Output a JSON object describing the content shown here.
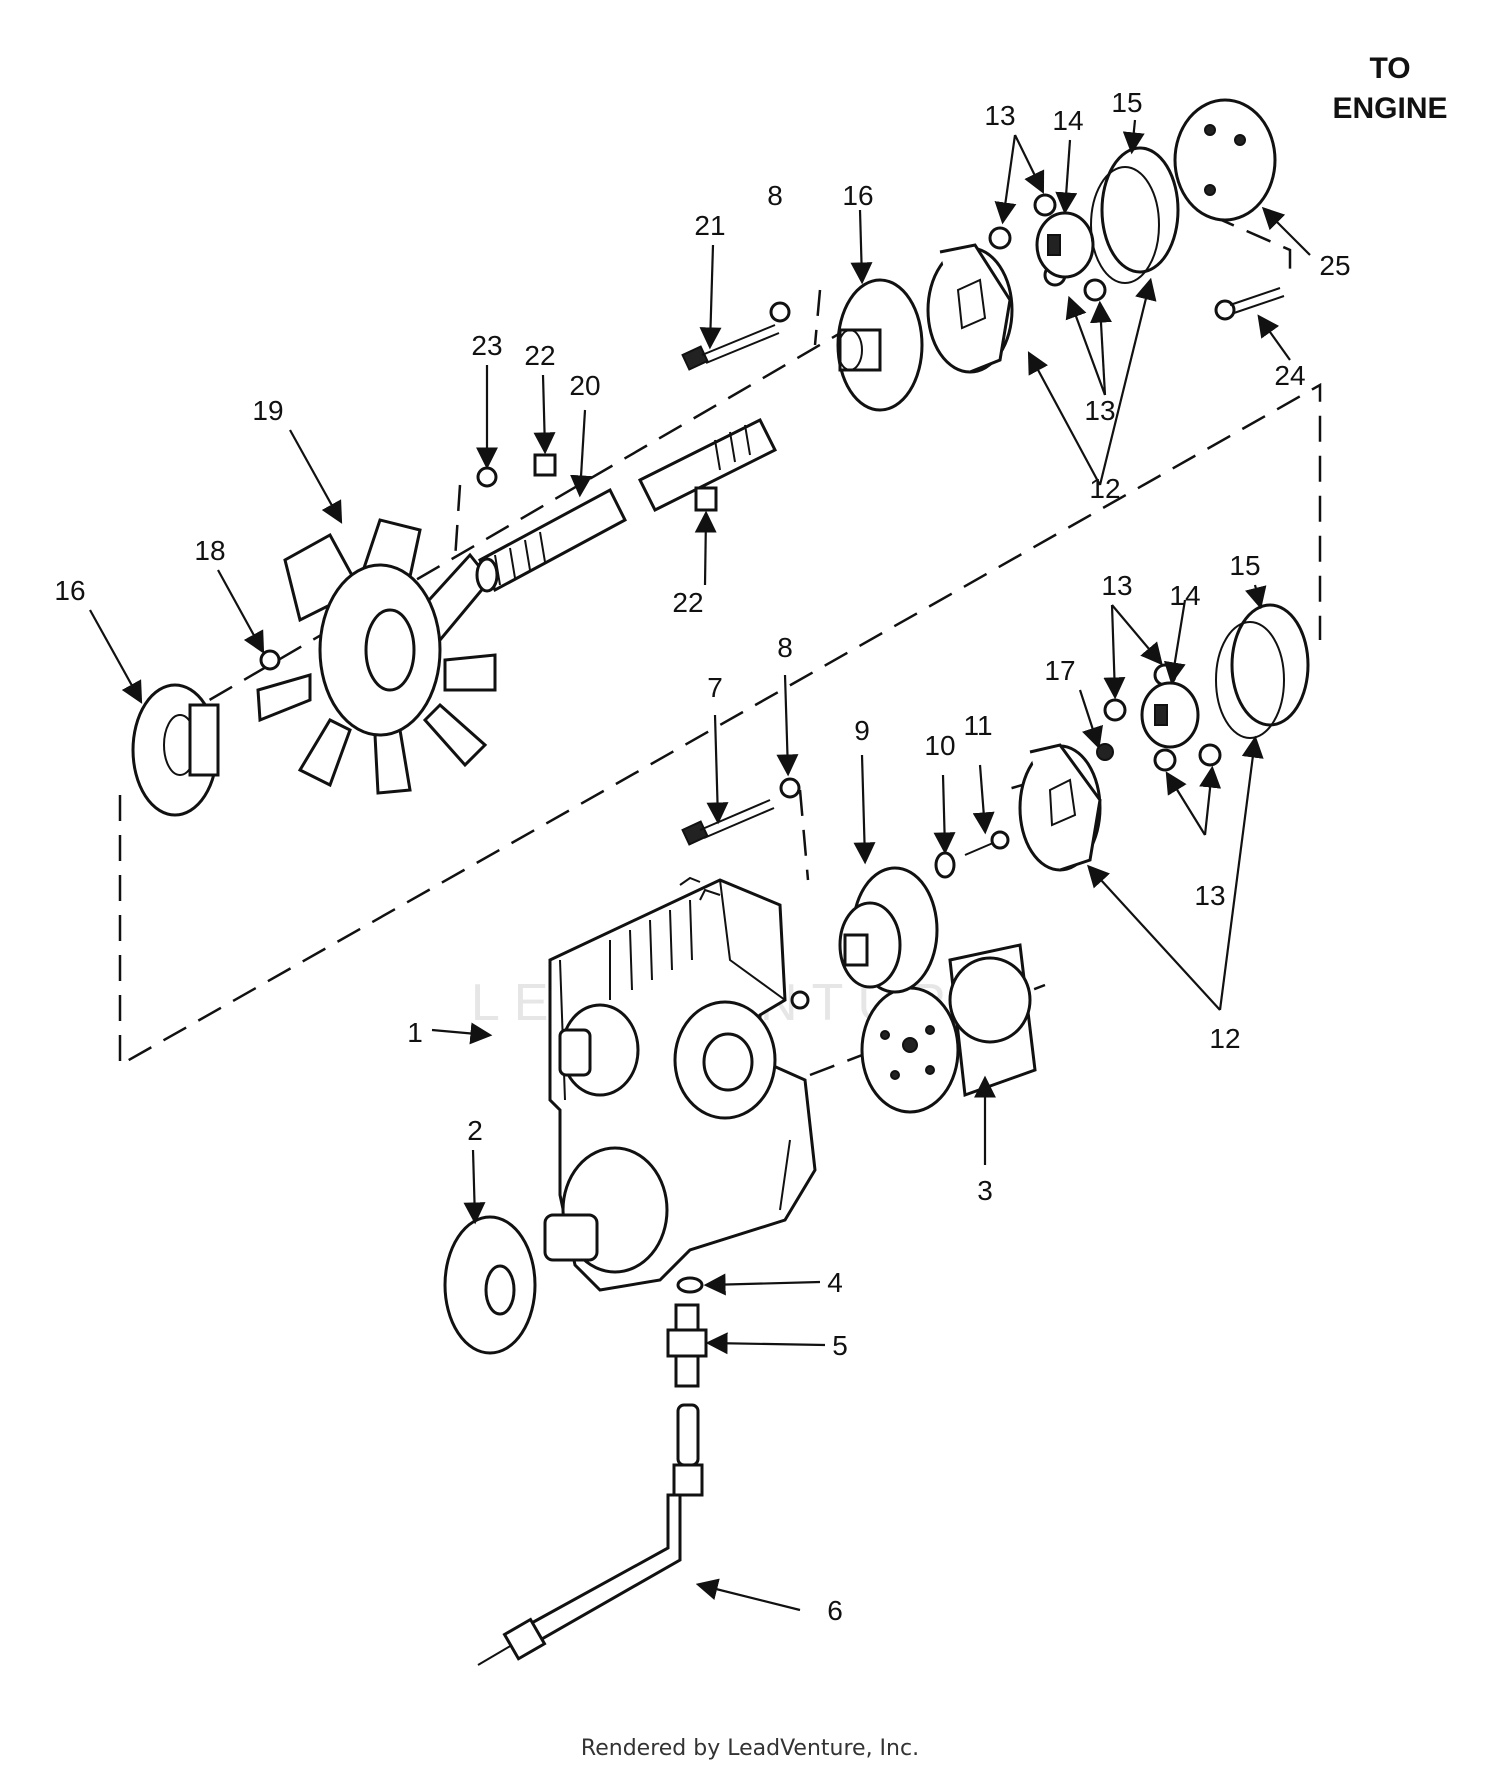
{
  "header": {
    "line1": "TO",
    "line2": "ENGINE"
  },
  "callouts": {
    "c1": "1",
    "c2": "2",
    "c3": "3",
    "c4": "4",
    "c5": "5",
    "c6": "6",
    "c7": "7",
    "c8a": "8",
    "c8b": "8",
    "c9": "9",
    "c10": "10",
    "c11": "11",
    "c12a": "12",
    "c12b": "12",
    "c13a": "13",
    "c13b": "13",
    "c13c": "13",
    "c13d": "13",
    "c14a": "14",
    "c14b": "14",
    "c15a": "15",
    "c15b": "15",
    "c16a": "16",
    "c16b": "16",
    "c17": "17",
    "c18": "18",
    "c19": "19",
    "c20": "20",
    "c21": "21",
    "c22a": "22",
    "c22b": "22",
    "c23": "23",
    "c24": "24",
    "c25": "25"
  },
  "footer": {
    "credit": "Rendered by LeadVenture, Inc."
  },
  "watermark": {
    "text": "LEADVENTURE"
  }
}
